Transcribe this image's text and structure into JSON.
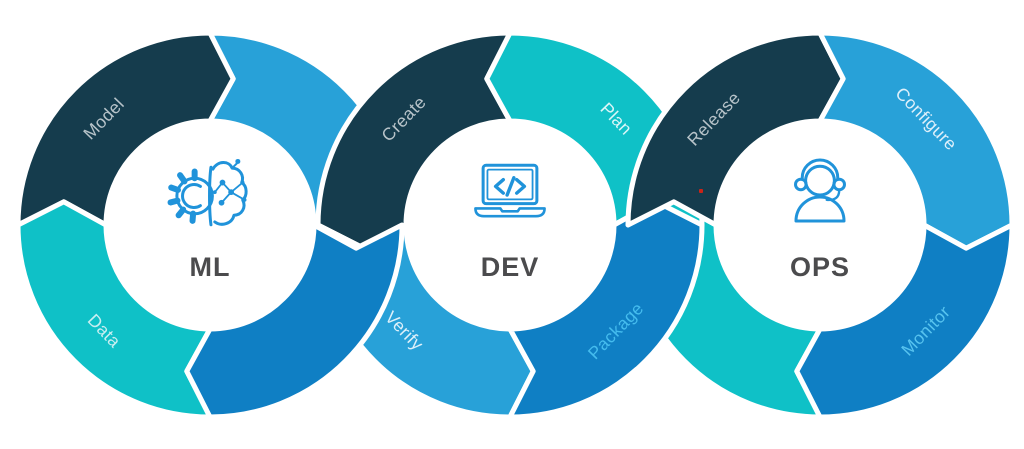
{
  "colors": {
    "background": "#ffffff",
    "dark_navy": "#153c4d",
    "light_blue": "#28a1d8",
    "medium_blue": "#0f7fc4",
    "teal": "#0fc1c7",
    "segment_gap": "#ffffff",
    "icon_stroke": "#2093da",
    "center_label_color": "#4b4b4d",
    "label_on_dark": "#b7c3c9",
    "red_dot": "#cc2418"
  },
  "rings": [
    {
      "name": "ml",
      "center_label": "ML",
      "icon": "gear-brain-icon",
      "flow": "clockwise",
      "segments": [
        {
          "position": "top-left",
          "label": "Model",
          "color_key": "dark_navy",
          "label_color": "#b7c3c9"
        },
        {
          "position": "top-right",
          "label": "",
          "color_key": "light_blue",
          "label_color": ""
        },
        {
          "position": "bottom-right",
          "label": "",
          "color_key": "medium_blue",
          "label_color": ""
        },
        {
          "position": "bottom-left",
          "label": "Data",
          "color_key": "teal",
          "label_color": "#c9eef1"
        }
      ]
    },
    {
      "name": "dev",
      "center_label": "DEV",
      "icon": "laptop-code-icon",
      "flow": "counterclockwise",
      "segments": [
        {
          "position": "top-left",
          "label": "Create",
          "color_key": "dark_navy",
          "label_color": "#b7c3c9"
        },
        {
          "position": "top-right",
          "label": "Plan",
          "color_key": "teal",
          "label_color": "#daf6f7"
        },
        {
          "position": "bottom-right",
          "label": "Package",
          "color_key": "medium_blue",
          "label_color": "#45bcee"
        },
        {
          "position": "bottom-left",
          "label": "Verify",
          "color_key": "light_blue",
          "label_color": "#ddf0fa"
        }
      ]
    },
    {
      "name": "ops",
      "center_label": "OPS",
      "icon": "headset-person-icon",
      "flow": "clockwise",
      "segments": [
        {
          "position": "top-left",
          "label": "Release",
          "color_key": "dark_navy",
          "label_color": "#b7c3c9"
        },
        {
          "position": "top-right",
          "label": "Configure",
          "color_key": "light_blue",
          "label_color": "#ddeffa"
        },
        {
          "position": "bottom-right",
          "label": "Monitor",
          "color_key": "medium_blue",
          "label_color": "#57c3ef"
        },
        {
          "position": "bottom-left",
          "label": "",
          "color_key": "teal",
          "label_color": ""
        }
      ]
    }
  ]
}
